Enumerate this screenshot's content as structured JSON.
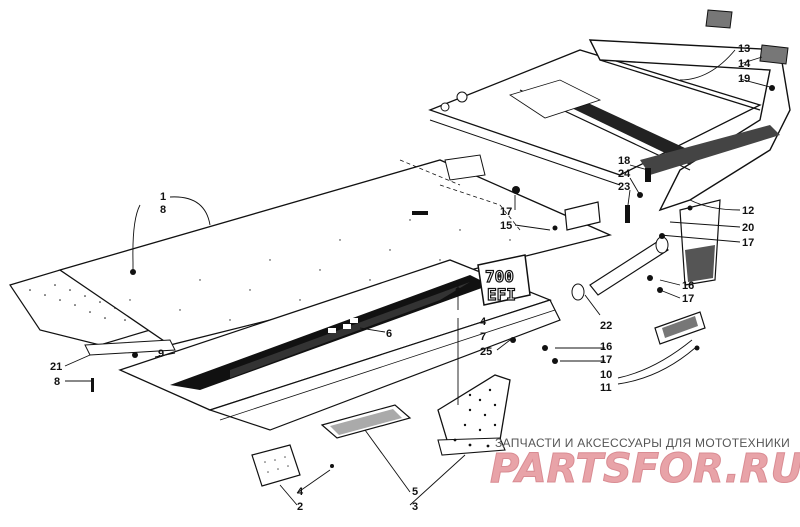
{
  "decal_text": {
    "line1": "700",
    "line2": "EFI"
  },
  "watermark": {
    "caption": "ЗАПЧАСТИ И АКСЕССУАРЫ ДЛЯ МОТОТЕХНИКИ",
    "logo": "PARTSFOR.RU"
  },
  "callouts": [
    {
      "id": "c1",
      "text": "1"
    },
    {
      "id": "c2",
      "text": "8"
    },
    {
      "id": "c3",
      "text": "21"
    },
    {
      "id": "c4",
      "text": "8"
    },
    {
      "id": "c5",
      "text": "9"
    },
    {
      "id": "c6",
      "text": "6"
    },
    {
      "id": "c7",
      "text": "4"
    },
    {
      "id": "c8",
      "text": "7"
    },
    {
      "id": "c9",
      "text": "25"
    },
    {
      "id": "c10",
      "text": "16"
    },
    {
      "id": "c11",
      "text": "17"
    },
    {
      "id": "c12",
      "text": "10"
    },
    {
      "id": "c13",
      "text": "11"
    },
    {
      "id": "c14",
      "text": "22"
    },
    {
      "id": "c15",
      "text": "16"
    },
    {
      "id": "c16",
      "text": "17"
    },
    {
      "id": "c17",
      "text": "15"
    },
    {
      "id": "c18",
      "text": "17"
    },
    {
      "id": "c19",
      "text": "18"
    },
    {
      "id": "c20",
      "text": "24"
    },
    {
      "id": "c21",
      "text": "23"
    },
    {
      "id": "c22",
      "text": "12"
    },
    {
      "id": "c23",
      "text": "20"
    },
    {
      "id": "c24",
      "text": "17"
    },
    {
      "id": "c25",
      "text": "13"
    },
    {
      "id": "c26",
      "text": "14"
    },
    {
      "id": "c27",
      "text": "19"
    },
    {
      "id": "c28",
      "text": "4"
    },
    {
      "id": "c29",
      "text": "2"
    },
    {
      "id": "c30",
      "text": "5"
    },
    {
      "id": "c31",
      "text": "3"
    }
  ]
}
